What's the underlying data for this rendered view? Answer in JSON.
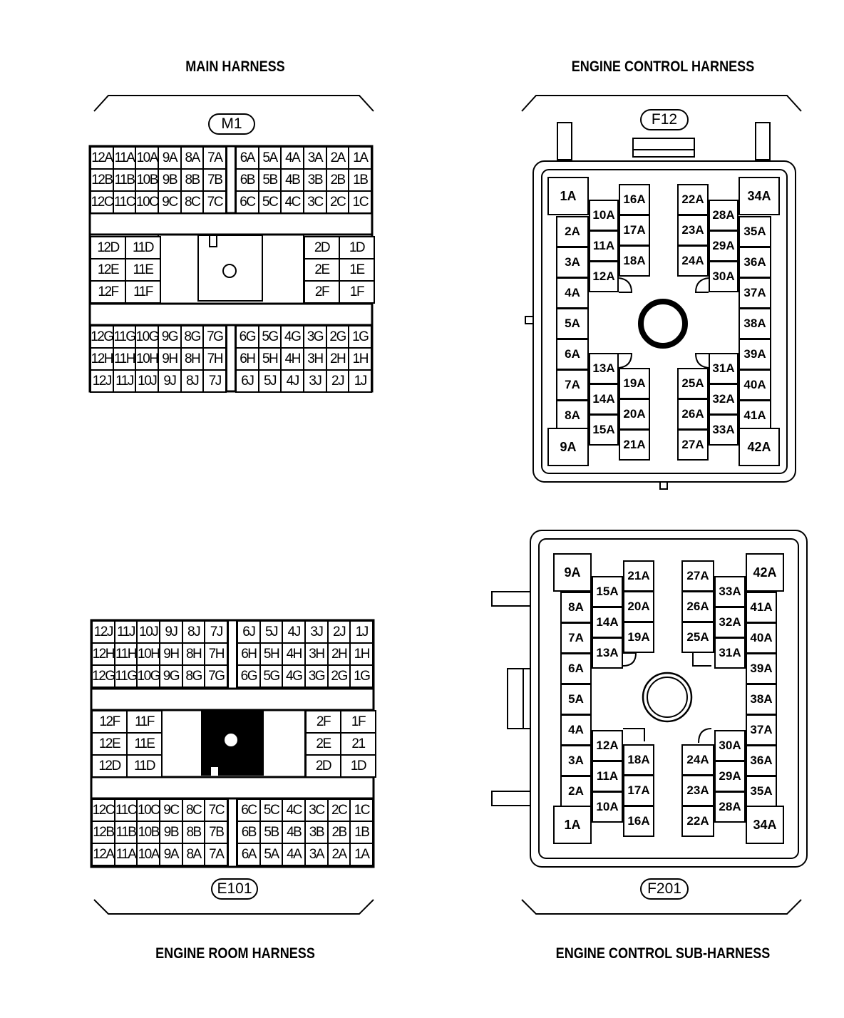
{
  "titles": {
    "main": "MAIN HARNESS",
    "ecu": "ENGINE CONTROL HARNESS",
    "room": "ENGINE ROOM HARNESS",
    "sub": "ENGINE CONTROL SUB-HARNESS"
  },
  "badges": {
    "m1": "M1",
    "e101": "E101",
    "f12": "F12",
    "f201": "F201"
  },
  "main_harness": {
    "top_left": [
      [
        "12A",
        "11A",
        "10A",
        "9A",
        "8A",
        "7A"
      ],
      [
        "12B",
        "11B",
        "10B",
        "9B",
        "8B",
        "7B"
      ],
      [
        "12C",
        "11C",
        "10C",
        "9C",
        "8C",
        "7C"
      ]
    ],
    "top_right": [
      [
        "6A",
        "5A",
        "4A",
        "3A",
        "2A",
        "1A"
      ],
      [
        "6B",
        "5B",
        "4B",
        "3B",
        "2B",
        "1B"
      ],
      [
        "6C",
        "5C",
        "4C",
        "3C",
        "2C",
        "1C"
      ]
    ],
    "mid_left": [
      [
        "12D",
        "11D"
      ],
      [
        "12E",
        "11E"
      ],
      [
        "12F",
        "11F"
      ]
    ],
    "mid_right": [
      [
        "2D",
        "1D"
      ],
      [
        "2E",
        "1E"
      ],
      [
        "2F",
        "1F"
      ]
    ],
    "bot_left": [
      [
        "12G",
        "11G",
        "10G",
        "9G",
        "8G",
        "7G"
      ],
      [
        "12H",
        "11H",
        "10H",
        "9H",
        "8H",
        "7H"
      ],
      [
        "12J",
        "11J",
        "10J",
        "9J",
        "8J",
        "7J"
      ]
    ],
    "bot_right": [
      [
        "6G",
        "5G",
        "4G",
        "3G",
        "2G",
        "1G"
      ],
      [
        "6H",
        "5H",
        "4H",
        "3H",
        "2H",
        "1H"
      ],
      [
        "6J",
        "5J",
        "4J",
        "3J",
        "2J",
        "1J"
      ]
    ]
  },
  "engine_room_harness": {
    "top_left": [
      [
        "12J",
        "11J",
        "10J",
        "9J",
        "8J",
        "7J"
      ],
      [
        "12H",
        "11H",
        "10H",
        "9H",
        "8H",
        "7H"
      ],
      [
        "12G",
        "11G",
        "10G",
        "9G",
        "8G",
        "7G"
      ]
    ],
    "top_right": [
      [
        "6J",
        "5J",
        "4J",
        "3J",
        "2J",
        "1J"
      ],
      [
        "6H",
        "5H",
        "4H",
        "3H",
        "2H",
        "1H"
      ],
      [
        "6G",
        "5G",
        "4G",
        "3G",
        "2G",
        "1G"
      ]
    ],
    "mid_left": [
      [
        "12F",
        "11F"
      ],
      [
        "12E",
        "11E"
      ],
      [
        "12D",
        "11D"
      ]
    ],
    "mid_right": [
      [
        "2F",
        "1F"
      ],
      [
        "2E",
        "21"
      ],
      [
        "2D",
        "1D"
      ]
    ],
    "bot_left": [
      [
        "12C",
        "11C",
        "10C",
        "9C",
        "8C",
        "7C"
      ],
      [
        "12B",
        "11B",
        "10B",
        "9B",
        "8B",
        "7B"
      ],
      [
        "12A",
        "11A",
        "10A",
        "9A",
        "8A",
        "7A"
      ]
    ],
    "bot_right": [
      [
        "6C",
        "5C",
        "4C",
        "3C",
        "2C",
        "1C"
      ],
      [
        "6B",
        "5B",
        "4B",
        "3B",
        "2B",
        "1B"
      ],
      [
        "6A",
        "5A",
        "4A",
        "3A",
        "2A",
        "1A"
      ]
    ]
  },
  "engine_control_harness": {
    "col_left": [
      "1A",
      "2A",
      "3A",
      "4A",
      "5A",
      "6A",
      "7A",
      "8A",
      "9A"
    ],
    "col_inner_left_top": [
      "10A",
      "11A",
      "12A"
    ],
    "col_inner_left_top2": [
      "16A",
      "17A",
      "18A"
    ],
    "col_inner_left_bot": [
      "13A",
      "14A",
      "15A"
    ],
    "col_inner_left_bot2": [
      "19A",
      "20A",
      "21A"
    ],
    "col_inner_right_top": [
      "22A",
      "23A",
      "24A"
    ],
    "col_inner_right_top2": [
      "28A",
      "29A",
      "30A"
    ],
    "col_inner_right_bot": [
      "25A",
      "26A",
      "27A"
    ],
    "col_inner_right_bot2": [
      "31A",
      "32A",
      "33A"
    ],
    "col_right": [
      "34A",
      "35A",
      "36A",
      "37A",
      "38A",
      "39A",
      "40A",
      "41A",
      "42A"
    ]
  },
  "engine_control_sub_harness": {
    "col_left": [
      "9A",
      "8A",
      "7A",
      "6A",
      "5A",
      "4A",
      "3A",
      "2A",
      "1A"
    ],
    "col_inner_left_top": [
      "15A",
      "14A",
      "13A"
    ],
    "col_inner_left_top2": [
      "21A",
      "20A",
      "19A"
    ],
    "col_inner_left_bot": [
      "12A",
      "11A",
      "10A"
    ],
    "col_inner_left_bot2": [
      "18A",
      "17A",
      "16A"
    ],
    "col_inner_right_top": [
      "27A",
      "26A",
      "25A"
    ],
    "col_inner_right_top2": [
      "33A",
      "32A",
      "31A"
    ],
    "col_inner_right_bot": [
      "24A",
      "23A",
      "22A"
    ],
    "col_inner_right_bot2": [
      "30A",
      "29A",
      "28A"
    ],
    "col_right": [
      "42A",
      "41A",
      "40A",
      "39A",
      "38A",
      "37A",
      "36A",
      "35A",
      "34A"
    ]
  }
}
